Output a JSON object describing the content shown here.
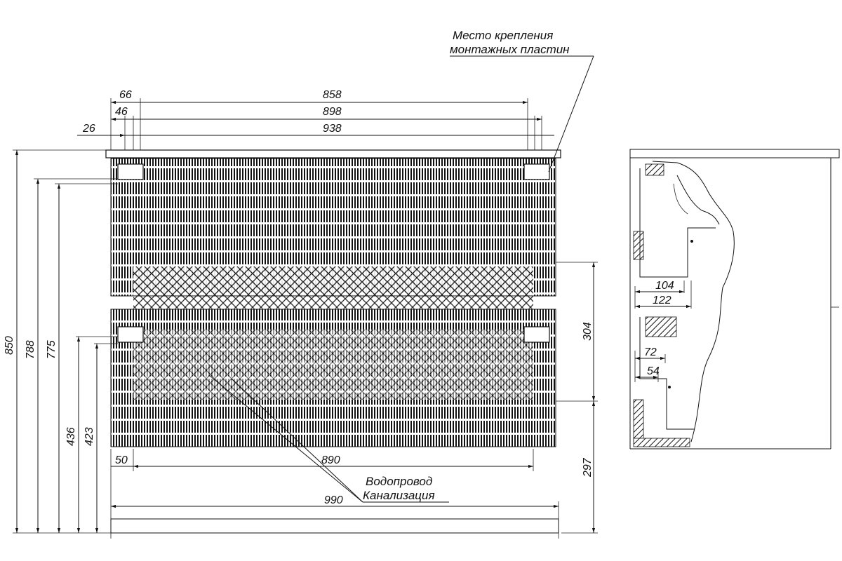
{
  "notes": {
    "mounting_line1": "Место крепления",
    "mounting_line2": "монтажных пластин",
    "water": "Водопровод",
    "sewer": "Канализация"
  },
  "front_dimensions": {
    "top_66": "66",
    "top_858": "858",
    "top_46": "46",
    "top_898": "898",
    "top_26": "26",
    "top_938": "938",
    "bottom_50": "50",
    "bottom_890": "890",
    "bottom_990": "990",
    "left_850": "850",
    "left_788": "788",
    "left_775": "775",
    "left_436": "436",
    "left_423": "423",
    "right_304": "304",
    "right_297": "297"
  },
  "side_dimensions": {
    "d104": "104",
    "d122": "122",
    "d72": "72",
    "d54": "54"
  },
  "colors": {
    "line": "#111111",
    "background": "#ffffff"
  }
}
